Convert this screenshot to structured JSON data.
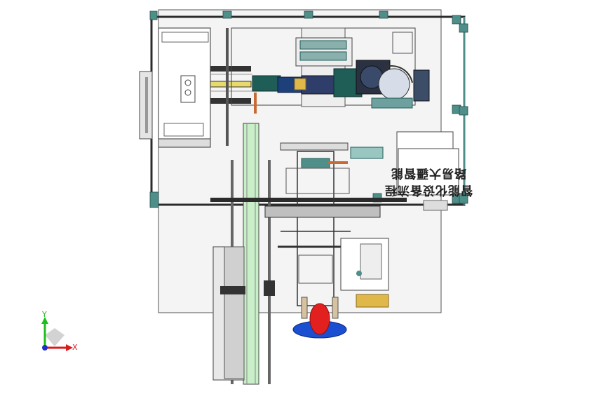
{
  "viewport": {
    "background": "#ffffff"
  },
  "colors": {
    "frame_line": "#2b2b2b",
    "teal_bracket": "#4e8f8a",
    "conveyor_green": "#c8efc8",
    "robot_dark": "#1f5d57",
    "robot_blue": "#1d3f7a",
    "plate_gray": "#eeeeee",
    "gold": "#e0b84a",
    "copper": "#c76a33",
    "operator_red": "#e32020",
    "operator_blue": "#1b4fd1",
    "axis_y": "#1fbd1f",
    "axis_x": "#d81c1c",
    "axis_origin": "#2230c8"
  },
  "triad": {
    "x_label": "X",
    "y_label": "Y"
  },
  "panel": {
    "line1": "路易大疆智能",
    "line2": "智能化设备流程"
  }
}
